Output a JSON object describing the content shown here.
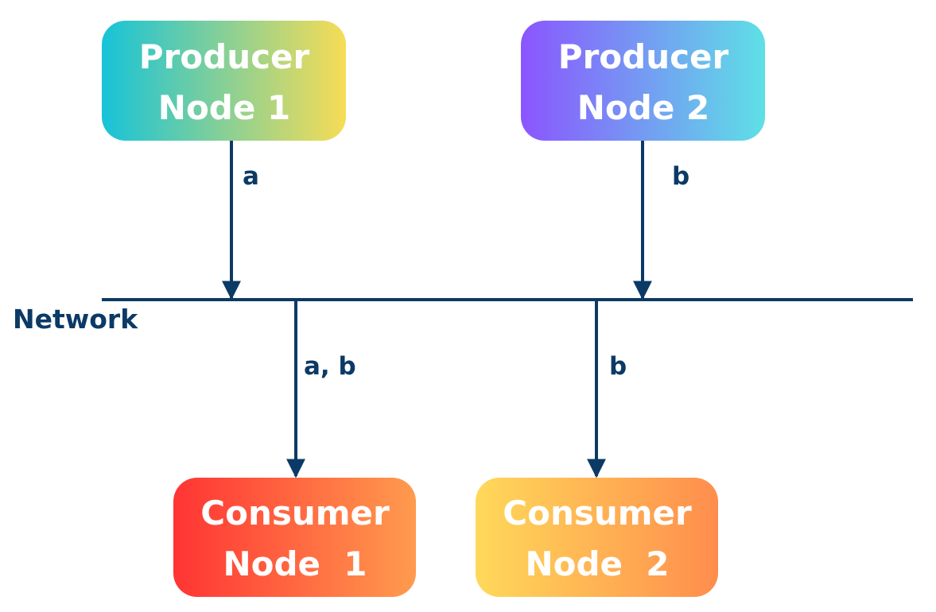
{
  "network": {
    "label": "Network"
  },
  "nodes": {
    "producer_1": {
      "line1": "Producer",
      "line2": "Node 1"
    },
    "producer_2": {
      "line1": "Producer",
      "line2": "Node 2"
    },
    "consumer_1": {
      "line1": "Consumer",
      "line2": "Node  1"
    },
    "consumer_2": {
      "line1": "Consumer",
      "line2": "Node  2"
    }
  },
  "edges": {
    "producer_1_to_network": "a",
    "producer_2_to_network": "b",
    "network_to_consumer_1": "a, b",
    "network_to_consumer_2": "b"
  },
  "colors": {
    "line": "#0b3a66",
    "producer_1": [
      "#17c3d8",
      "#f7dc55"
    ],
    "producer_2": [
      "#8b55ff",
      "#5ee0e6"
    ],
    "consumer_1": [
      "#ff3434",
      "#ff9b4e"
    ],
    "consumer_2": [
      "#ffd95a",
      "#ff8d4d"
    ]
  }
}
